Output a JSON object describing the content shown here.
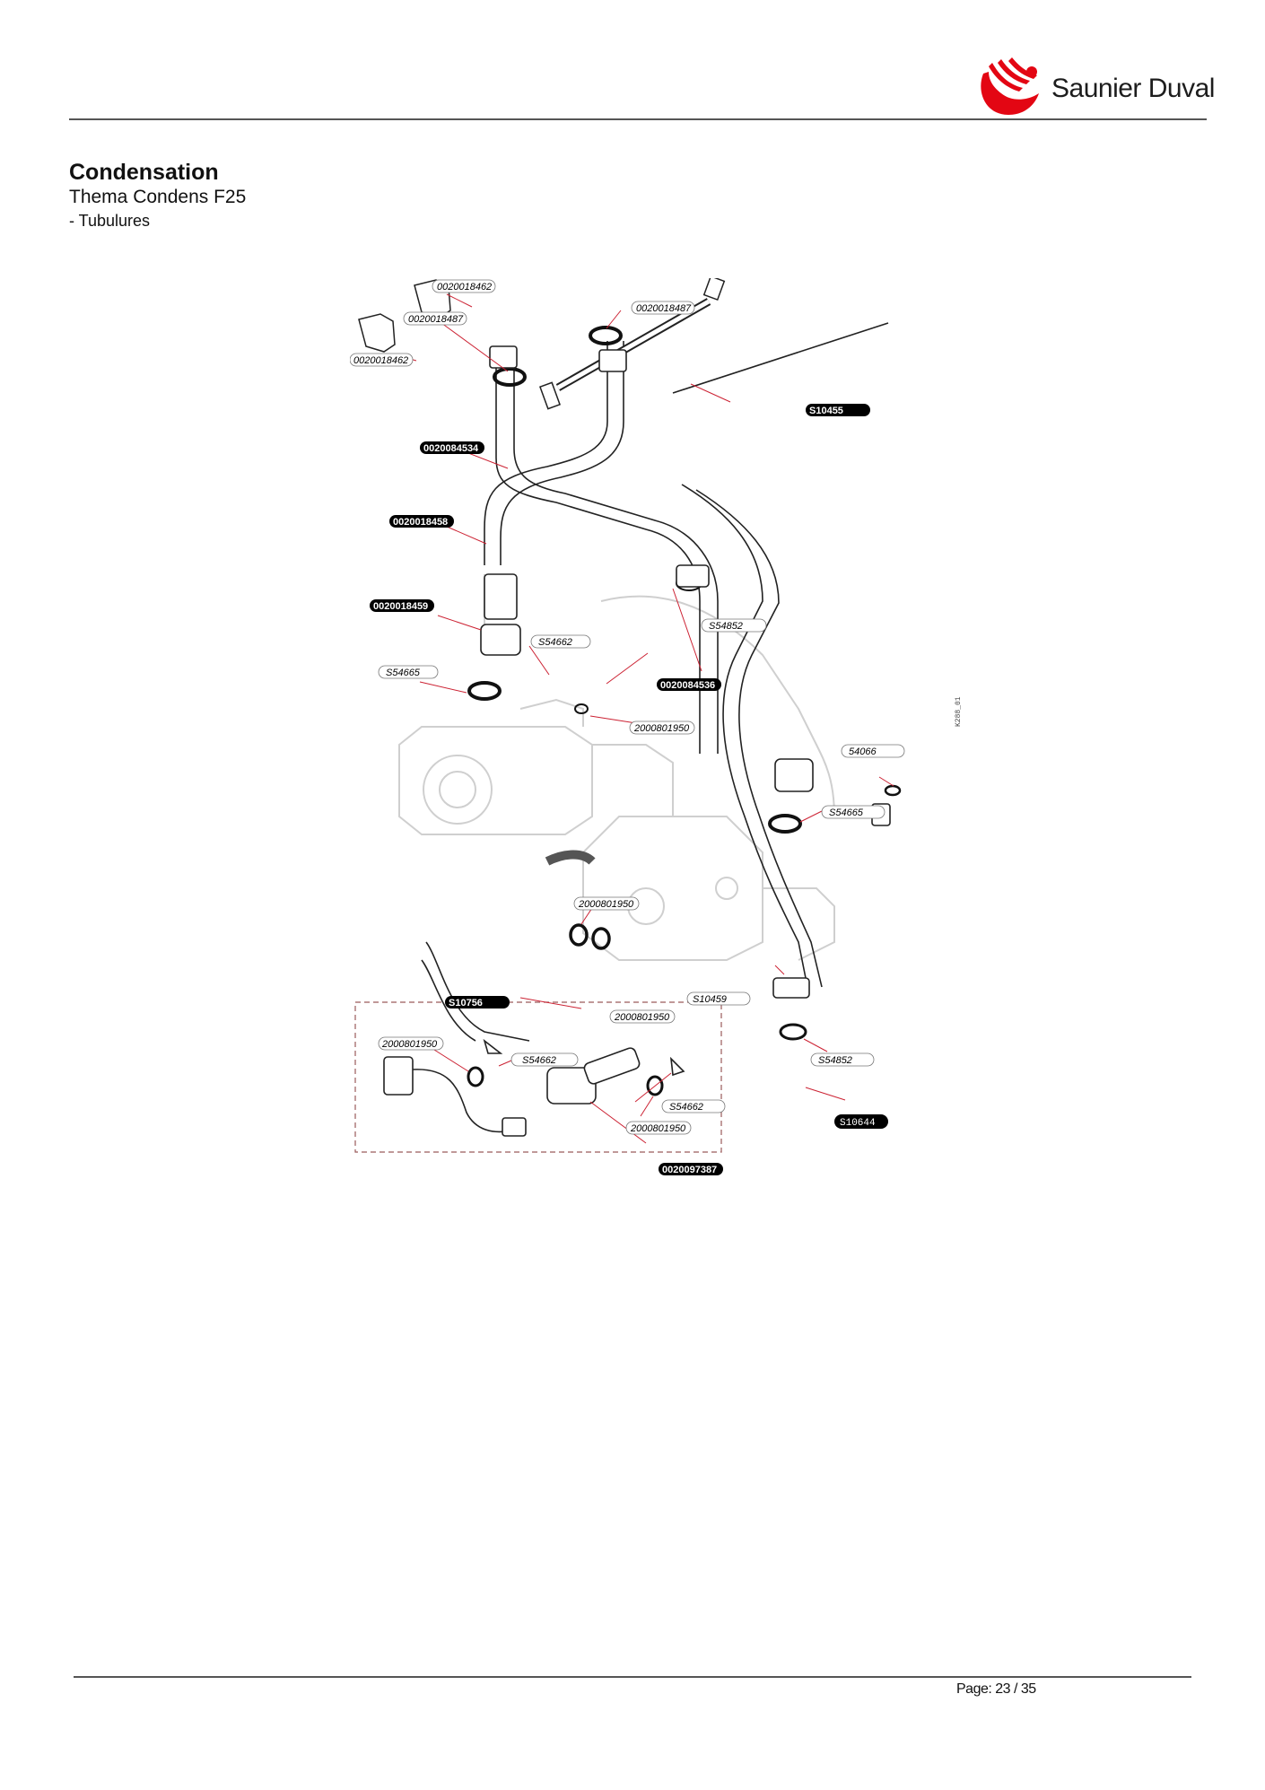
{
  "brand": {
    "name": "Saunier Duval",
    "color": "#e30613"
  },
  "header": {
    "title": "Condensation",
    "subtitle": "Thema Condens F25",
    "section": "- Tubulures"
  },
  "diagram": {
    "ref_code": "K288_01",
    "parts": {
      "p1": "0020018462",
      "p2": "0020018487",
      "p3": "0020018462",
      "p4": "0020018487",
      "p5": "S10455",
      "p6": "0020084534",
      "p7": "0020018458",
      "p8": "0020018459",
      "p9": "S54662",
      "p10": "S54852",
      "p11": "S54665",
      "p12": "0020084536",
      "p13": "2000801950",
      "p14": "54066",
      "p15": "S54665",
      "p16": "2000801950",
      "p17": "S10459",
      "p18": "S10756",
      "p19": "2000801950",
      "p20": "S54852",
      "p21": "S10644",
      "p22": "2000801950",
      "p23": "S54662",
      "p24": "S54662",
      "p25": "2000801950",
      "p26": "0020097387"
    }
  },
  "footer": {
    "page": "Page: 23 / 35"
  }
}
